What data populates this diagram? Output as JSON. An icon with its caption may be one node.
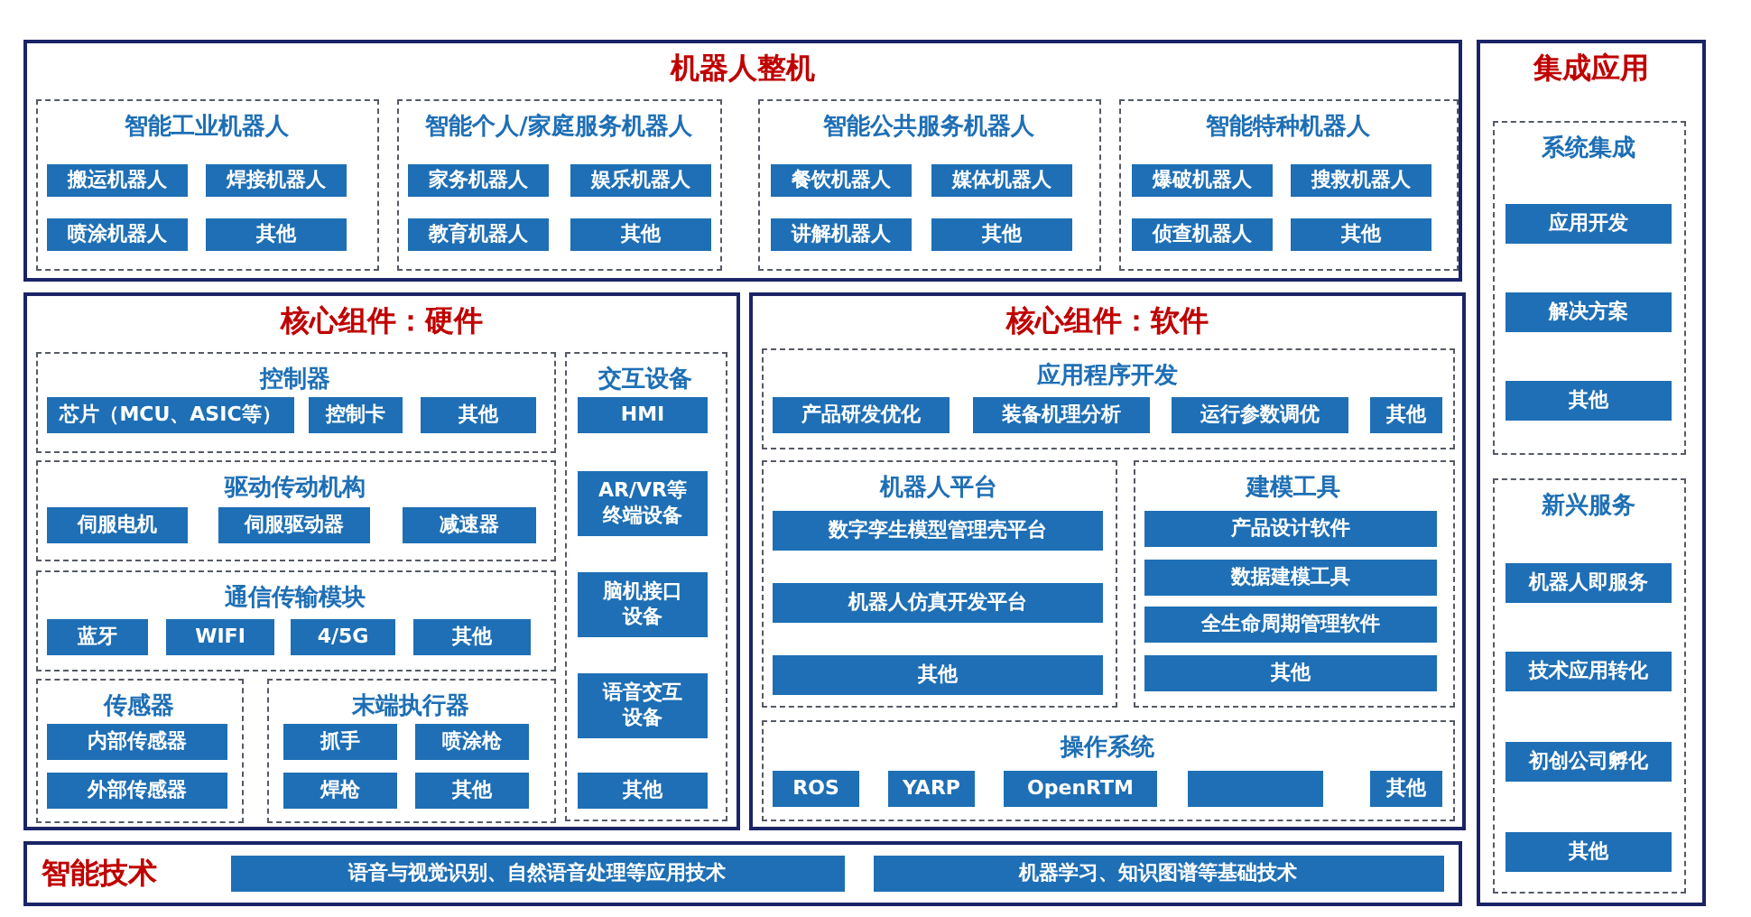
{
  "diagram": {
    "nodes": [
      {
        "text": [
          "机器人整机"
        ]
      },
      {
        "text": [
          "智能工业机器人"
        ],
        "in": 0
      },
      {
        "text": [
          "搬运机器人"
        ],
        "in": 1
      },
      {
        "text": [
          "焊接机器人"
        ],
        "in": 1
      },
      {
        "text": [
          "喷涂机器人"
        ],
        "in": 1
      },
      {
        "text": [
          "其他"
        ],
        "in": 1
      },
      {
        "text": [
          "智能个人/家庭服务机器人"
        ],
        "in": 0
      },
      {
        "text": [
          "家务机器人"
        ],
        "in": 6
      },
      {
        "text": [
          "娱乐机器人"
        ],
        "in": 6
      },
      {
        "text": [
          "教育机器人"
        ],
        "in": 6
      },
      {
        "text": [
          "其他"
        ],
        "in": 6
      },
      {
        "text": [
          "智能公共服务机器人"
        ],
        "in": 0
      },
      {
        "text": [
          "餐饮机器人"
        ],
        "in": 11
      },
      {
        "text": [
          "媒体机器人"
        ],
        "in": 11
      },
      {
        "text": [
          "讲解机器人"
        ],
        "in": 11
      },
      {
        "text": [
          "其他"
        ],
        "in": 11
      },
      {
        "text": [
          "智能特种机器人"
        ],
        "in": 0
      },
      {
        "text": [
          "爆破机器人"
        ],
        "in": 16
      },
      {
        "text": [
          "搜救机器人"
        ],
        "in": 16
      },
      {
        "text": [
          "侦查机器人"
        ],
        "in": 16
      },
      {
        "text": [
          "其他"
        ],
        "in": 16
      },
      {
        "text": [
          "核心组件：硬件"
        ]
      },
      {
        "text": [
          "控制器"
        ],
        "in": 21
      },
      {
        "text": [
          "芯片（MCU、ASIC等）"
        ],
        "in": 22
      },
      {
        "text": [
          "控制卡"
        ],
        "in": 22
      },
      {
        "text": [
          "其他"
        ],
        "in": 22
      },
      {
        "text": [
          "驱动传动机构"
        ],
        "in": 21
      },
      {
        "text": [
          "伺服电机"
        ],
        "in": 26
      },
      {
        "text": [
          "伺服驱动器"
        ],
        "in": 26
      },
      {
        "text": [
          "减速器"
        ],
        "in": 26
      },
      {
        "text": [
          "通信传输模块"
        ],
        "in": 21
      },
      {
        "text": [
          "蓝牙"
        ],
        "in": 30
      },
      {
        "text": [
          "WIFI"
        ],
        "in": 30
      },
      {
        "text": [
          "4/5G"
        ],
        "in": 30
      },
      {
        "text": [
          "其他"
        ],
        "in": 30
      },
      {
        "text": [
          "传感器"
        ],
        "in": 21
      },
      {
        "text": [
          "内部传感器"
        ],
        "in": 35
      },
      {
        "text": [
          "外部传感器"
        ],
        "in": 35
      },
      {
        "text": [
          "末端执行器"
        ],
        "in": 21
      },
      {
        "text": [
          "抓手"
        ],
        "in": 38
      },
      {
        "text": [
          "喷涂枪"
        ],
        "in": 38
      },
      {
        "text": [
          "焊枪"
        ],
        "in": 38
      },
      {
        "text": [
          "其他"
        ],
        "in": 38
      },
      {
        "text": [
          "交互设备"
        ],
        "in": 21
      },
      {
        "text": [
          "HMI"
        ],
        "in": 43
      },
      {
        "text": [
          "AR/VR等终端设备"
        ],
        "in": 43
      },
      {
        "text": [
          "脑机接口设备"
        ],
        "in": 43
      },
      {
        "text": [
          "语音交互设备"
        ],
        "in": 43
      },
      {
        "text": [
          "其他"
        ],
        "in": 43
      },
      {
        "text": [
          "核心组件：软件"
        ]
      },
      {
        "text": [
          "应用程序开发"
        ],
        "in": 49
      },
      {
        "text": [
          "产品研发优化"
        ],
        "in": 50
      },
      {
        "text": [
          "装备机理分析"
        ],
        "in": 50
      },
      {
        "text": [
          "运行参数调优"
        ],
        "in": 50
      },
      {
        "text": [
          "其他"
        ],
        "in": 50
      },
      {
        "text": [
          "机器人平台"
        ],
        "in": 49
      },
      {
        "text": [
          "数字孪生模型管理壳平台"
        ],
        "in": 55
      },
      {
        "text": [
          "机器人仿真开发平台"
        ],
        "in": 55
      },
      {
        "text": [
          "其他"
        ],
        "in": 55
      },
      {
        "text": [
          "建模工具"
        ],
        "in": 49
      },
      {
        "text": [
          "产品设计软件"
        ],
        "in": 59
      },
      {
        "text": [
          "数据建模工具"
        ],
        "in": 59
      },
      {
        "text": [
          "全生命周期管理软件"
        ],
        "in": 59
      },
      {
        "text": [
          "其他"
        ],
        "in": 59
      },
      {
        "text": [
          "操作系统"
        ],
        "in": 49
      },
      {
        "text": [
          "ROS"
        ],
        "in": 64
      },
      {
        "text": [
          "YARP"
        ],
        "in": 64
      },
      {
        "text": [
          "OpenRTM"
        ],
        "in": 64
      },
      {
        "text": [],
        "shape": "box",
        "in": 64
      },
      {
        "text": [
          "其他"
        ],
        "in": 64
      },
      {
        "text": [
          "集成应用"
        ]
      },
      {
        "text": [
          "系统集成"
        ],
        "in": 70
      },
      {
        "text": [
          "应用开发"
        ],
        "in": 71
      },
      {
        "text": [
          "解决方案"
        ],
        "in": 71
      },
      {
        "text": [
          "其他"
        ],
        "in": 71
      },
      {
        "text": [
          "新兴服务"
        ],
        "in": 70
      },
      {
        "text": [
          "机器人即服务"
        ],
        "in": 75
      },
      {
        "text": [
          "技术应用转化"
        ],
        "in": 75
      },
      {
        "text": [
          "初创公司孵化"
        ],
        "in": 75
      },
      {
        "text": [
          "其他"
        ],
        "in": 75
      },
      {
        "text": [
          "智能技术"
        ]
      },
      {
        "text": [
          "语音与视觉识别、自然语音处理等应用技术"
        ],
        "in": 80
      },
      {
        "text": [
          "机器学习、知识图谱等基础技术"
        ],
        "in": 80
      }
    ],
    "edges": []
  }
}
